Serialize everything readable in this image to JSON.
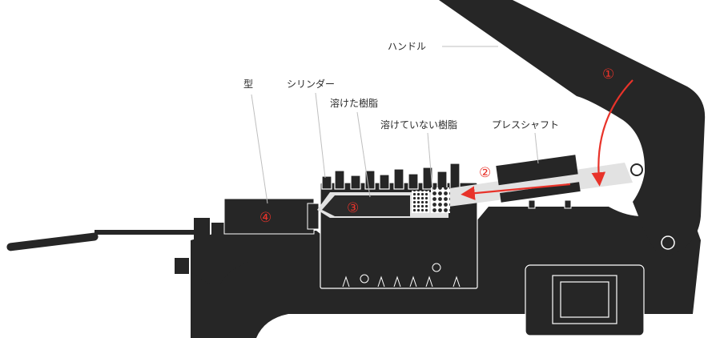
{
  "labels": {
    "handle": "ハンドル",
    "mold": "型",
    "cylinder": "シリンダー",
    "melted_resin": "溶けた樹脂",
    "unmelted_resin": "溶けていない樹脂",
    "press_shaft": "プレスシャフト"
  },
  "steps": [
    "①",
    "②",
    "③",
    "④"
  ],
  "colors": {
    "body": "#262626",
    "light_part": "#e2e2e2",
    "accent": "#e8332a",
    "leader": "#bfbfbf"
  }
}
